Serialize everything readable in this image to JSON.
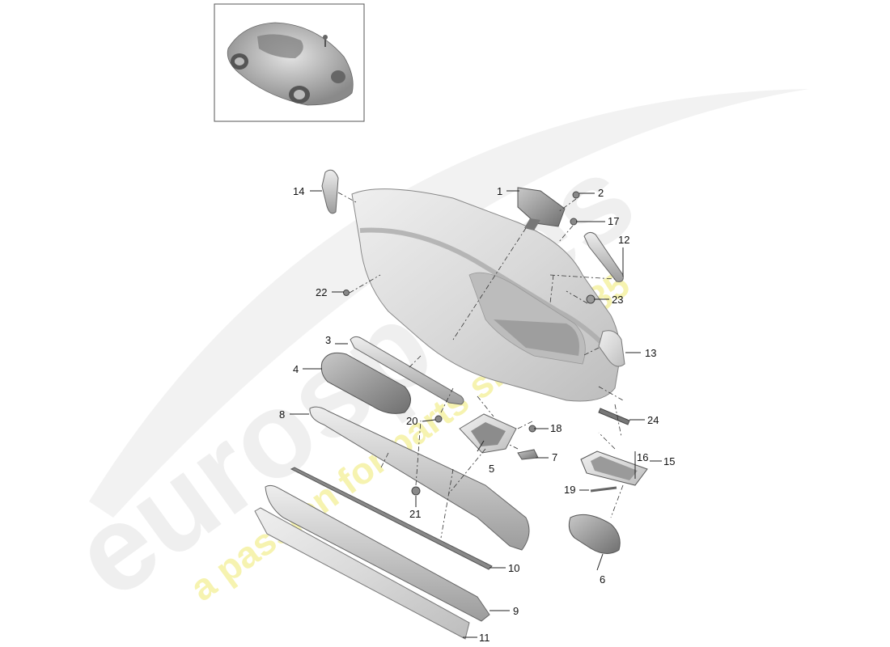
{
  "watermark": {
    "brand": "eurospares",
    "tagline": "a passion for parts since 1985"
  },
  "thumbnail": {
    "alt": "vehicle-thumbnail"
  },
  "callouts": [
    {
      "id": "c1",
      "text": "1"
    },
    {
      "id": "c2",
      "text": "2"
    },
    {
      "id": "c3",
      "text": "3"
    },
    {
      "id": "c4",
      "text": "4"
    },
    {
      "id": "c5",
      "text": "5"
    },
    {
      "id": "c6",
      "text": "6"
    },
    {
      "id": "c7",
      "text": "7"
    },
    {
      "id": "c8",
      "text": "8"
    },
    {
      "id": "c9",
      "text": "9"
    },
    {
      "id": "c10",
      "text": "10"
    },
    {
      "id": "c11",
      "text": "11"
    },
    {
      "id": "c12",
      "text": "12"
    },
    {
      "id": "c13",
      "text": "13"
    },
    {
      "id": "c14",
      "text": "14"
    },
    {
      "id": "c15",
      "text": "15"
    },
    {
      "id": "c16",
      "text": "16"
    },
    {
      "id": "c17",
      "text": "17"
    },
    {
      "id": "c18",
      "text": "18"
    },
    {
      "id": "c19",
      "text": "19"
    },
    {
      "id": "c20",
      "text": "20"
    },
    {
      "id": "c21",
      "text": "21"
    },
    {
      "id": "c22",
      "text": "22"
    },
    {
      "id": "c23",
      "text": "23"
    },
    {
      "id": "c24",
      "text": "24"
    }
  ],
  "colors": {
    "part_fill": "#d8d8d8",
    "part_dark": "#9a9a9a",
    "watermark_grey": "#ececec",
    "watermark_yellow": "#f4f0a8"
  }
}
